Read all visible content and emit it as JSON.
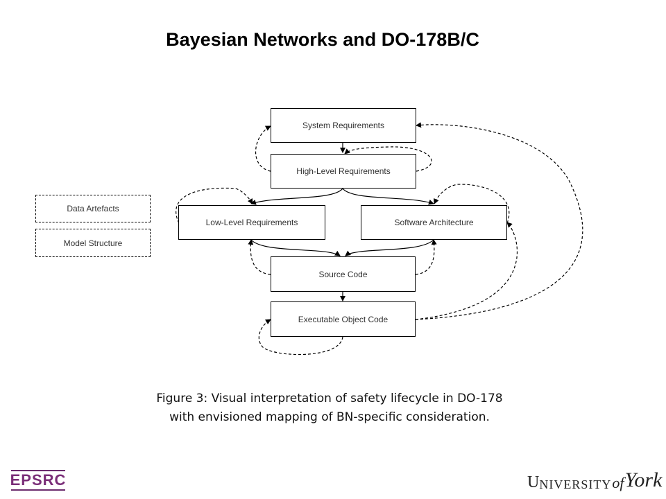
{
  "title": "Bayesian Networks and DO-178B/C",
  "nodes": {
    "system_requirements": "System Requirements",
    "high_level_requirements": "High-Level Requirements",
    "low_level_requirements": "Low-Level Requirements",
    "software_architecture": "Software Architecture",
    "source_code": "Source Code",
    "executable_object_code": "Executable Object Code"
  },
  "legend": {
    "data_artefacts": "Data Artefacts",
    "model_structure": "Model Structure"
  },
  "caption": {
    "line1": "Figure 3: Visual interpretation of safety lifecycle in DO-178",
    "line2": "with envisioned mapping of BN-specific consideration."
  },
  "logos": {
    "epsrc": "EPSRC",
    "york": "UNIVERSITY of York"
  }
}
